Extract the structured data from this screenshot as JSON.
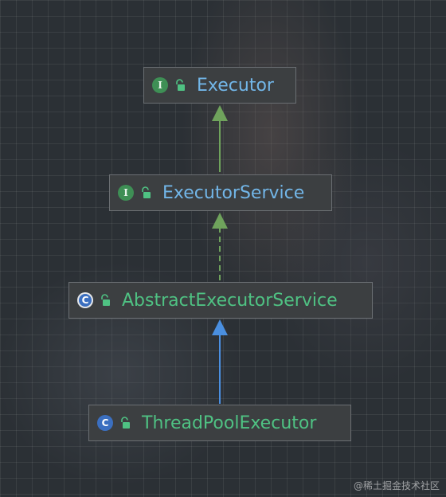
{
  "diagram": {
    "colors": {
      "interface_label": "#72b6e8",
      "class_label": "#4fc283",
      "realization_arrow": "#6fa35c",
      "extends_arrow": "#4a8fe0"
    },
    "nodes": [
      {
        "label": "Executor",
        "badge": "I",
        "kind": "interface",
        "badge_icon": "interface-icon",
        "visibility_icon": "public-lock-icon"
      },
      {
        "label": "ExecutorService",
        "badge": "I",
        "kind": "interface",
        "badge_icon": "interface-icon",
        "visibility_icon": "public-lock-icon"
      },
      {
        "label": "AbstractExecutorService",
        "badge": "C",
        "kind": "abstract-class",
        "badge_icon": "abstract-class-icon",
        "visibility_icon": "public-lock-icon"
      },
      {
        "label": "ThreadPoolExecutor",
        "badge": "C",
        "kind": "class",
        "badge_icon": "class-icon",
        "visibility_icon": "public-lock-icon"
      }
    ],
    "edges": [
      {
        "from": "ExecutorService",
        "to": "Executor",
        "style": "solid",
        "relation": "extends"
      },
      {
        "from": "AbstractExecutorService",
        "to": "ExecutorService",
        "style": "dashed",
        "relation": "implements"
      },
      {
        "from": "ThreadPoolExecutor",
        "to": "AbstractExecutorService",
        "style": "solid",
        "relation": "extends"
      }
    ]
  },
  "watermark": "@稀土掘金技术社区"
}
